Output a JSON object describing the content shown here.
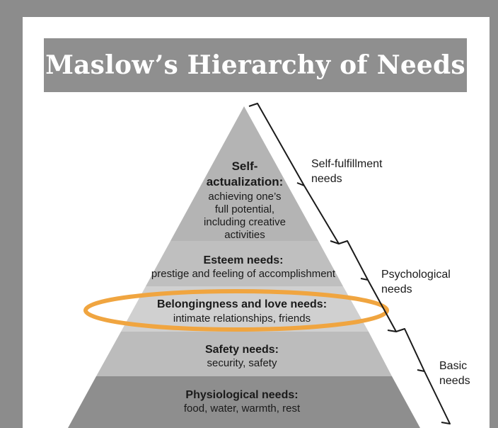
{
  "title": "Maslow’s Hierarchy of Needs",
  "levels": [
    {
      "id": "self-actualization",
      "title_lines": [
        "Self-",
        "actualization:"
      ],
      "desc_lines": [
        "achieving one’s",
        "full potential,",
        "including creative",
        "activities"
      ],
      "color": "#b4b4b4"
    },
    {
      "id": "esteem",
      "title_lines": [
        "Esteem needs:"
      ],
      "desc_lines": [
        "prestige and feeling of accomplishment"
      ],
      "color": "#bfbfbf"
    },
    {
      "id": "belongingness",
      "title_lines": [
        "Belongingness and love needs:"
      ],
      "desc_lines": [
        "intimate relationships, friends"
      ],
      "color": "#d0d0d0"
    },
    {
      "id": "safety",
      "title_lines": [
        "Safety needs:"
      ],
      "desc_lines": [
        "security, safety"
      ],
      "color": "#bcbcbc"
    },
    {
      "id": "physiological",
      "title_lines": [
        "Physiological needs:"
      ],
      "desc_lines": [
        "food, water, warmth, rest"
      ],
      "color": "#8e8e8e"
    }
  ],
  "groups": [
    {
      "id": "self-fulfillment",
      "label_lines": [
        "Self-fulfillment",
        "needs"
      ]
    },
    {
      "id": "psychological",
      "label_lines": [
        "Psychological",
        "needs"
      ]
    },
    {
      "id": "basic",
      "label_lines": [
        "Basic",
        "needs"
      ]
    }
  ],
  "highlight": {
    "level": "belongingness",
    "color": "#f0a540"
  }
}
